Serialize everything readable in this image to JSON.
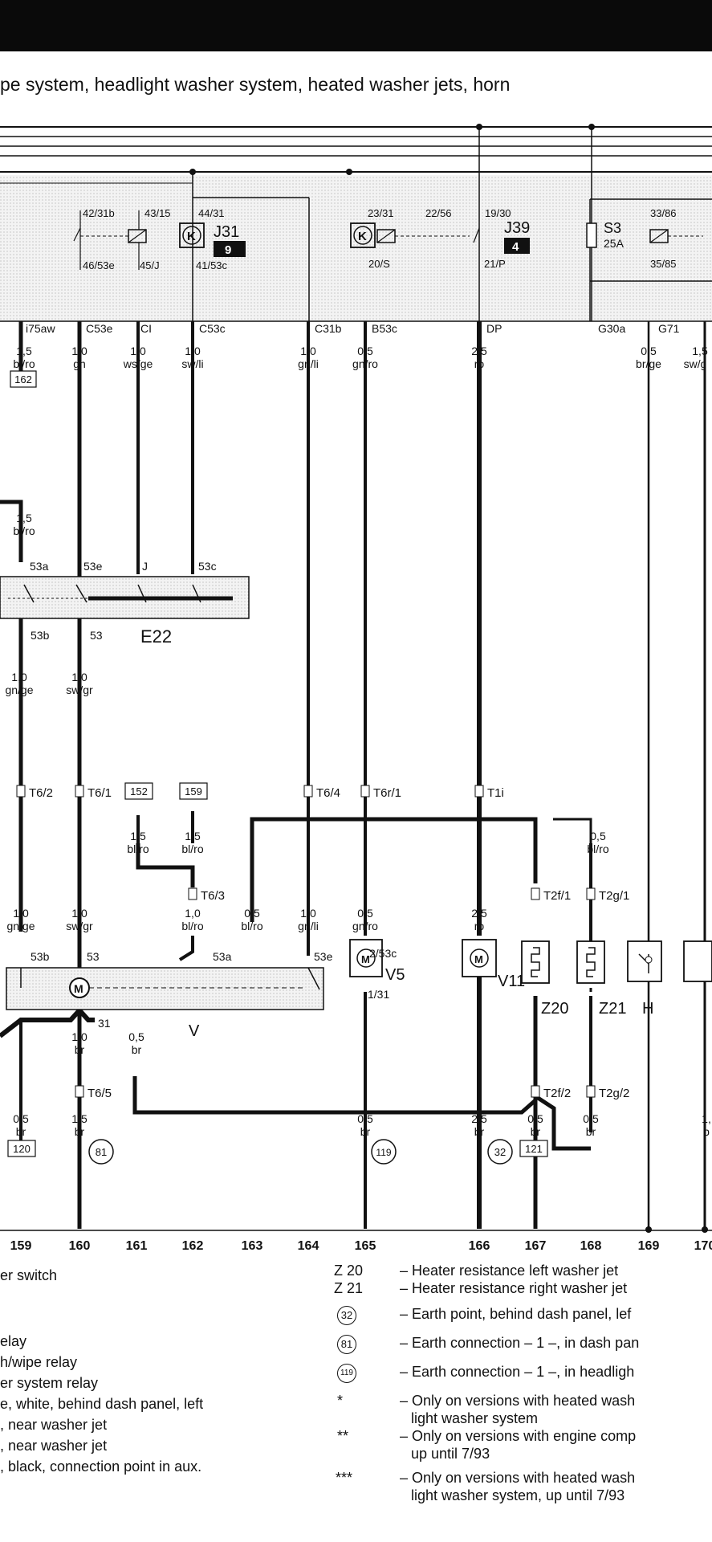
{
  "header": {
    "title": "pe system, headlight washer system, heated washer jets, horn"
  },
  "relays": {
    "j31": {
      "code": "J31",
      "number": "9",
      "pins": [
        "42/31b",
        "43/15",
        "44/31",
        "46/53e",
        "45/J",
        "41/53c"
      ]
    },
    "j39": {
      "code": "J39",
      "number": "4",
      "pins": [
        "23/31",
        "22/56",
        "19/30",
        "20/S",
        "21/P"
      ]
    },
    "s3": {
      "code": "S3",
      "rating": "25A",
      "pins": [
        "33/86",
        "35/85"
      ]
    }
  },
  "connectors": [
    "i75aw",
    "C53e",
    "CI",
    "C53c",
    "C31b",
    "B53c",
    "DP",
    "G30a",
    "G71"
  ],
  "wires": {
    "w162": {
      "size": "1,5",
      "color": "bl/ro",
      "ref": "162"
    },
    "wC53e": {
      "size": "1,0",
      "color": "gn"
    },
    "wCI": {
      "size": "1,0",
      "color": "ws/ge"
    },
    "wC53c": {
      "size": "1,0",
      "color": "sw/li"
    },
    "wC31b": {
      "size": "1,0",
      "color": "gn/li"
    },
    "wB53c": {
      "size": "0,5",
      "color": "gn/ro"
    },
    "wDP": {
      "size": "2,5",
      "color": "ro"
    },
    "wG71": {
      "size": "0,5",
      "color": "br/ge"
    },
    "wG71b": {
      "size": "1,5",
      "color": "sw/g"
    },
    "wBl": {
      "size": "1,5",
      "color": "bl/ro"
    },
    "w53b": {
      "size": "1,0",
      "color": "gn/ge"
    },
    "w53": {
      "size": "1,0",
      "color": "sw/gr"
    },
    "r152": {
      "ref": "152",
      "size": "1,5",
      "color": "bl/ro"
    },
    "r159": {
      "ref": "159",
      "size": "1,5",
      "color": "bl/ro"
    },
    "wZ0": {
      "size": "0,5",
      "color": "bl/ro"
    },
    "lower1": {
      "size": "1,0",
      "color": "gn/ge"
    },
    "lower2": {
      "size": "1,0",
      "color": "sw/gr"
    },
    "lower3": {
      "size": "1,0",
      "color": "bl/ro"
    },
    "lower4": {
      "size": "0,5",
      "color": "bl/ro"
    },
    "lower5": {
      "size": "1,0",
      "color": "gn/li"
    },
    "lower6": {
      "size": "0,5",
      "color": "gn/ro"
    },
    "lower7": {
      "size": "2,5",
      "color": "ro"
    },
    "b1": {
      "size": "1,0",
      "color": "br"
    },
    "b2": {
      "size": "0,5",
      "color": "br"
    },
    "b3": {
      "size": "0,5",
      "color": "br",
      "ref": "120"
    },
    "b4": {
      "size": "1,5",
      "color": "br",
      "earth": "81"
    },
    "b5": {
      "size": "0,5",
      "color": "br",
      "earth": "119"
    },
    "b6": {
      "size": "2,5",
      "color": "br",
      "earth": "32"
    },
    "b7": {
      "size": "0,5",
      "color": "br",
      "ref": "121"
    },
    "b8": {
      "size": "0,5",
      "color": "br"
    },
    "b9": {
      "size": "1,",
      "color": "b"
    }
  },
  "switch_e22": {
    "name": "E22",
    "terminals": [
      "53a",
      "53e",
      "J",
      "53c",
      "53b",
      "53"
    ]
  },
  "terminals_t": [
    "T6/2",
    "T6/1",
    "T6/4",
    "T6r/1",
    "T1i",
    "T6/3",
    "T2f/1",
    "T2g/1",
    "T6/5",
    "T2f/2",
    "T2g/2"
  ],
  "motor_v": {
    "name": "V",
    "terminals": [
      "53b",
      "53",
      "53a",
      "53e",
      "31"
    ]
  },
  "components": {
    "v5": "V5",
    "v5_top": "2/53c",
    "v5_bottom": "1/31",
    "v11": "V11",
    "z20": "Z20",
    "z21": "Z21",
    "h": "H"
  },
  "track_numbers": [
    "159",
    "160",
    "161",
    "162",
    "163",
    "164",
    "165",
    "166",
    "167",
    "168",
    "169",
    "170"
  ],
  "legend_left": [
    "er switch",
    "elay",
    "h/wipe relay",
    "er system relay",
    "e, white, behind dash panel, left",
    ", near washer jet",
    ", near washer jet",
    ", black, connection point in aux."
  ],
  "legend_right": [
    {
      "code": "Z 20",
      "text": "– Heater resistance left washer jet"
    },
    {
      "code": "Z 21",
      "text": "– Heater resistance right washer jet"
    },
    {
      "code": "32",
      "text": "– Earth point, behind dash panel, lef"
    },
    {
      "code": "81",
      "text": "– Earth connection – 1 –, in dash pan"
    },
    {
      "code": "119",
      "text": "– Earth connection – 1 –, in headligh"
    },
    {
      "code": "*",
      "text": "– Only on versions with heated wash"
    },
    {
      "code": "",
      "text": "light washer system"
    },
    {
      "code": "**",
      "text": "– Only on versions with engine comp"
    },
    {
      "code": "",
      "text": "up until 7/93"
    },
    {
      "code": "***",
      "text": "– Only on versions with heated wash"
    },
    {
      "code": "",
      "text": "light washer system, up until 7/93"
    }
  ]
}
